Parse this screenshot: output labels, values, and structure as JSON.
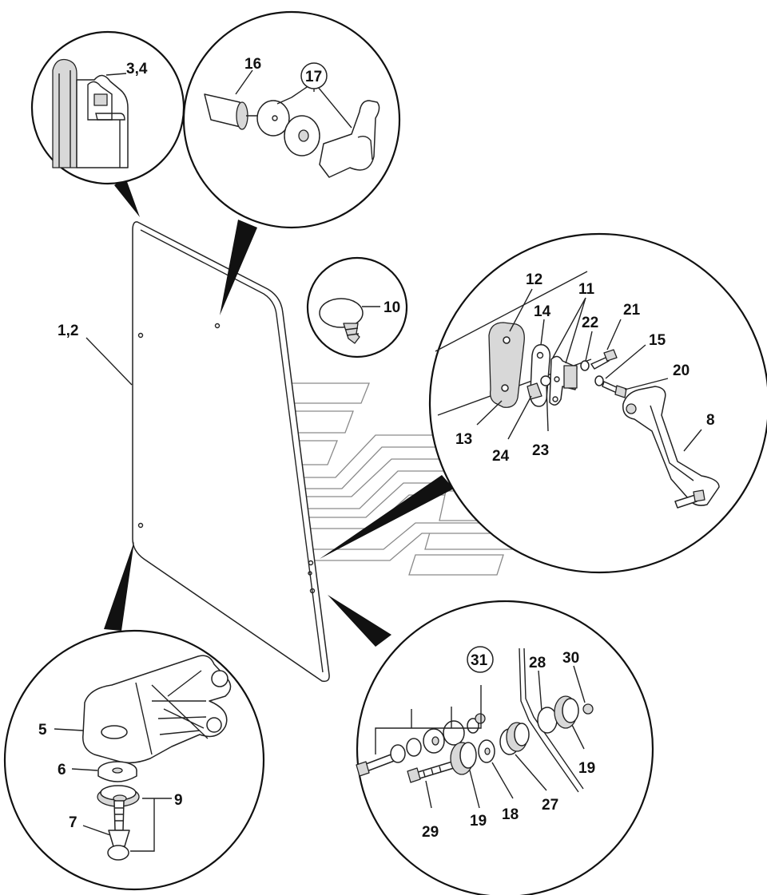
{
  "callouts": [
    {
      "id": "c-1-2",
      "text": "1,2"
    },
    {
      "id": "c-3-4",
      "text": "3,4"
    },
    {
      "id": "c-16",
      "text": "16"
    },
    {
      "id": "c-17",
      "text": "17",
      "circled": true
    },
    {
      "id": "c-10",
      "text": "10"
    },
    {
      "id": "c-12",
      "text": "12"
    },
    {
      "id": "c-11",
      "text": "11"
    },
    {
      "id": "c-14",
      "text": "14"
    },
    {
      "id": "c-22",
      "text": "22"
    },
    {
      "id": "c-21",
      "text": "21"
    },
    {
      "id": "c-15",
      "text": "15"
    },
    {
      "id": "c-20",
      "text": "20"
    },
    {
      "id": "c-8",
      "text": "8"
    },
    {
      "id": "c-13",
      "text": "13"
    },
    {
      "id": "c-24",
      "text": "24"
    },
    {
      "id": "c-23",
      "text": "23"
    },
    {
      "id": "c-5",
      "text": "5"
    },
    {
      "id": "c-6",
      "text": "6"
    },
    {
      "id": "c-9",
      "text": "9"
    },
    {
      "id": "c-7",
      "text": "7"
    },
    {
      "id": "c-31",
      "text": "31",
      "circled": true
    },
    {
      "id": "c-28",
      "text": "28"
    },
    {
      "id": "c-30",
      "text": "30"
    },
    {
      "id": "c-19a",
      "text": "19"
    },
    {
      "id": "c-29",
      "text": "29"
    },
    {
      "id": "c-19b",
      "text": "19"
    },
    {
      "id": "c-18",
      "text": "18"
    },
    {
      "id": "c-27",
      "text": "27"
    }
  ]
}
